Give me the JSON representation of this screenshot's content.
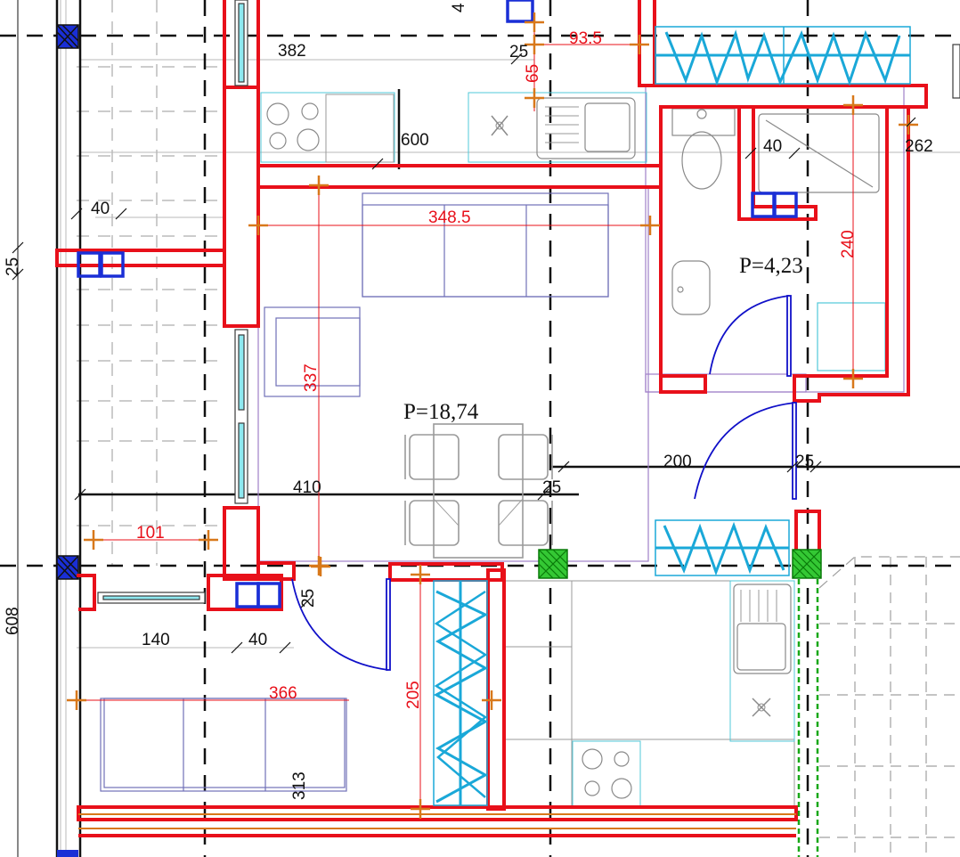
{
  "plan": {
    "areas": {
      "living": "P=18,74",
      "bathroom": "P=4,23"
    },
    "dimensions": {
      "d382": "382",
      "d25_top": "25",
      "d93_5": "93.5",
      "d65": "65",
      "d4": "4",
      "d600": "600",
      "d40_bath": "40",
      "d262": "262",
      "d40_left": "40",
      "d348_5": "348.5",
      "d25_left": "25",
      "d240": "240",
      "d337": "337",
      "d200": "200",
      "d25_mid_right": "25",
      "d410": "410",
      "d25_mid": "25",
      "d101": "101",
      "d25_door": "25",
      "d608": "608",
      "d140": "140",
      "d40_bottom": "40",
      "d366": "366",
      "d205": "205",
      "d313": "313"
    }
  },
  "colors": {
    "wall": "#e8101a",
    "window": "#1a2fd6",
    "wardrobe": "#1aa8d8",
    "marker": "#d8781a",
    "furniture": "#7070b8",
    "fixtures": "#9a9a9a",
    "door": "#1010c8",
    "axis": "#111111",
    "green": "#18a818"
  }
}
